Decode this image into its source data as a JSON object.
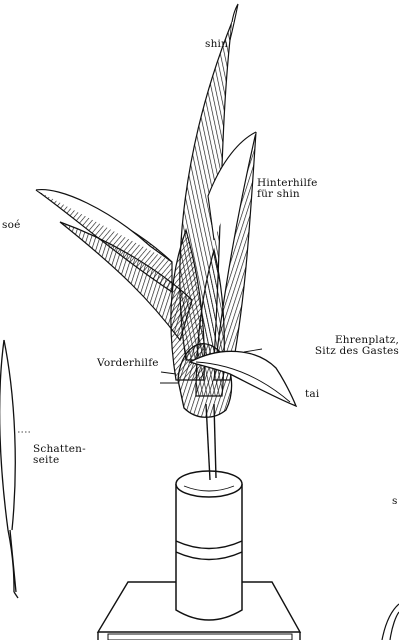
{
  "labels": {
    "shin": "shin",
    "soe": "soé",
    "hinterhilfe": [
      "Hinterhilfe",
      "für shin"
    ],
    "ehrenplatz": [
      "Ehrenplatz,",
      "Sitz des Gastes"
    ],
    "vorderhilfe": "Vorderhilfe",
    "tai": "tai",
    "schattenseite": [
      "Schatten-",
      "seite"
    ],
    "fragment_right": "s"
  },
  "colors": {
    "ink": "#111111",
    "paper": "#ffffff"
  }
}
